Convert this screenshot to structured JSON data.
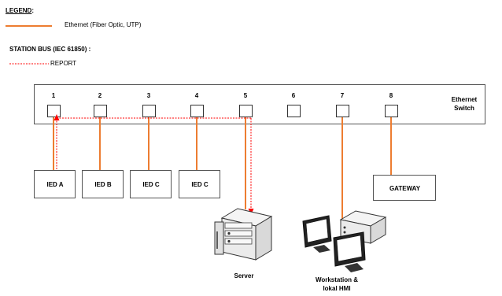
{
  "legend": {
    "title": "LEGEND",
    "title_suffix": " :",
    "ethernet_label": "Ethernet (Fiber Optic, UTP)",
    "station_bus_title": "STATION BUS (IEC 61850) :",
    "report_label": "REPORT",
    "ethernet_color": "#ED7D31",
    "report_color": "#FF0000"
  },
  "switch": {
    "label_line1": "Ethernet",
    "label_line2": "Switch",
    "ports": [
      "1",
      "2",
      "3",
      "4",
      "5",
      "6",
      "7",
      "8"
    ]
  },
  "devices": [
    {
      "label": "IED A"
    },
    {
      "label": "IED B"
    },
    {
      "label": "IED C"
    },
    {
      "label": "IED C"
    },
    {
      "label": "GATEWAY"
    }
  ],
  "server": {
    "label": "Server",
    "icon": "server-icon"
  },
  "workstation": {
    "label_line1": "Workstation &",
    "label_line2": "lokal HMI",
    "icon": "workstation-icon"
  }
}
